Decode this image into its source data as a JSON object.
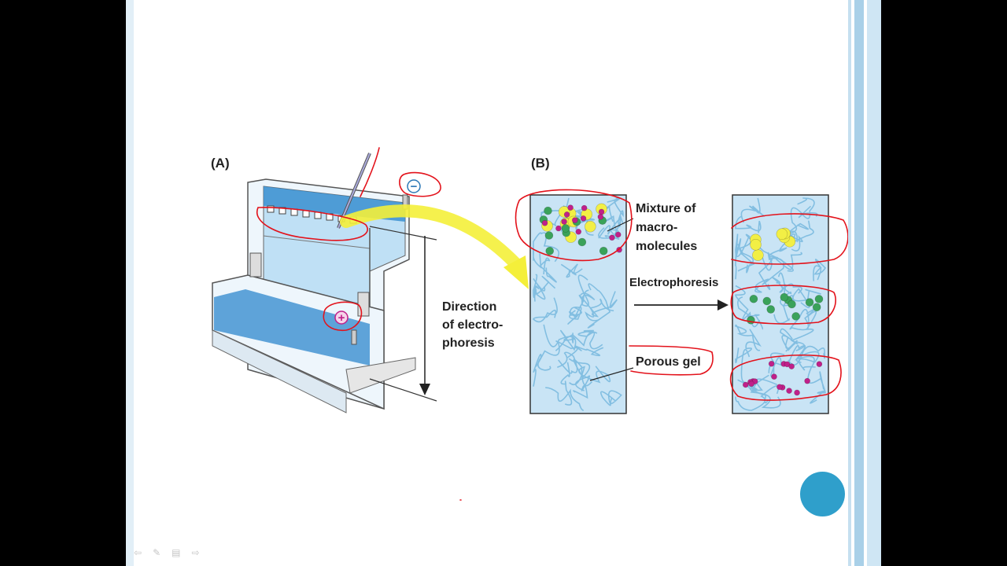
{
  "colors": {
    "slide_bg": "#ffffff",
    "outer_bg": "#000000",
    "border_blue": "#a9d0e8",
    "gel_blue": "#c9e4f5",
    "fiber_blue": "#7fbde0",
    "annotation_red": "#e3121b",
    "molecule_yellow": "#f2ef45",
    "molecule_green": "#3aa25a",
    "molecule_magenta": "#c0208a",
    "arrow_yellow": "#f4ef3a",
    "badge_blue": "#2f9fcb"
  },
  "diagram": {
    "panel_a_label": "(A)",
    "panel_b_label": "(B)",
    "direction_label": [
      "Direction",
      "of electro-",
      "phoresis"
    ],
    "mixture_label": [
      "Mixture of",
      "macro-",
      "molecules"
    ],
    "electrophoresis_label": "Electrophoresis",
    "porous_gel_label": "Porous gel",
    "negative_symbol": "−",
    "positive_symbol": "+"
  },
  "toolbar": {
    "icons": [
      "back-arrow-icon",
      "pen-icon",
      "menu-icon",
      "forward-arrow-icon"
    ],
    "glyphs": [
      "⇦",
      "✎",
      "▤",
      "⇨"
    ]
  }
}
